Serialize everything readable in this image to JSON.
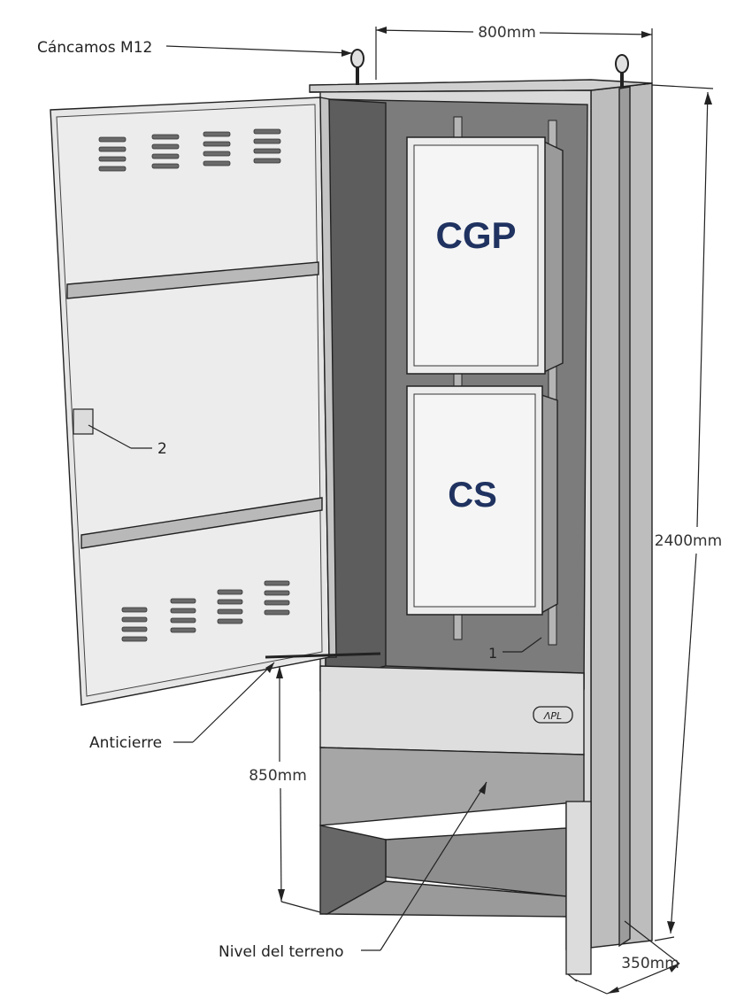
{
  "labels": {
    "eyebolts": "Cáncamos M12",
    "anti_close": "Anticierre",
    "ground_level": "Nivel del terreno",
    "callout_1": "1",
    "callout_2": "2"
  },
  "dimensions": {
    "width": "800mm",
    "height": "2400mm",
    "base_height": "850mm",
    "depth": "350mm"
  },
  "modules": {
    "upper": "CGP",
    "lower": "CS"
  },
  "colors": {
    "outline": "#222222",
    "body_light": "#d9d9d9",
    "body_mid": "#a8a8a8",
    "body_dark": "#6f6f6f",
    "interior": "#7c7c7c",
    "module_face": "#f2f2f2",
    "module_text": "#1f3260"
  }
}
